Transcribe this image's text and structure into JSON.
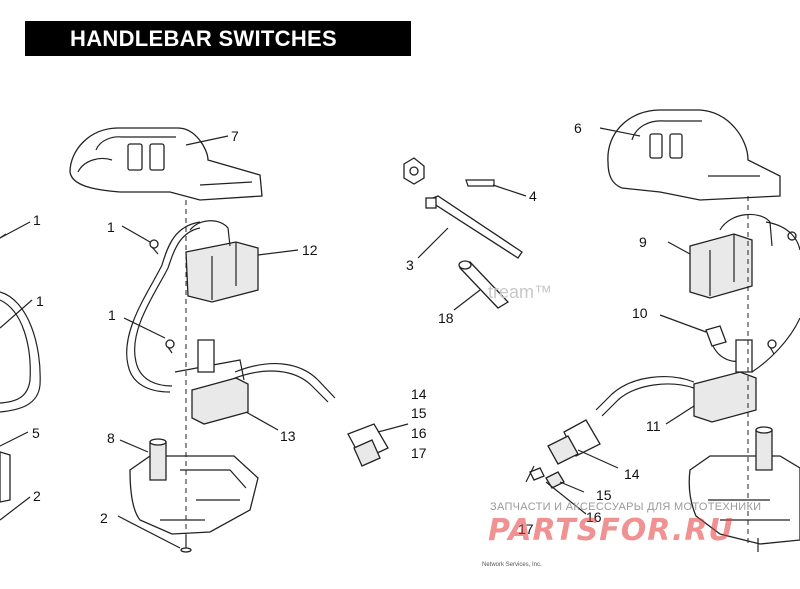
{
  "title": "HANDLEBAR SWITCHES",
  "callouts": {
    "c1_a": "1",
    "c1_b": "1",
    "c1_c": "1",
    "c1_d": "1",
    "c2_a": "2",
    "c2_b": "2",
    "c3": "3",
    "c4": "4",
    "c5": "5",
    "c6": "6",
    "c7": "7",
    "c8": "8",
    "c9": "9",
    "c10": "10",
    "c11": "11",
    "c12": "12",
    "c13": "13",
    "c14_a": "14",
    "c14_b": "14",
    "c15_a": "15",
    "c15_b": "15",
    "c16_a": "16",
    "c16_b": "16",
    "c17_a": "17",
    "c17_b": "17",
    "c18": "18"
  },
  "watermarks": {
    "tream": "tream™",
    "ru_caption": "ЗАПЧАСТИ И АКСЕССУАРЫ ДЛЯ МОТОТЕХНИКИ",
    "site": "PARTSFOR.RU"
  },
  "credit": "Network Services, Inc."
}
